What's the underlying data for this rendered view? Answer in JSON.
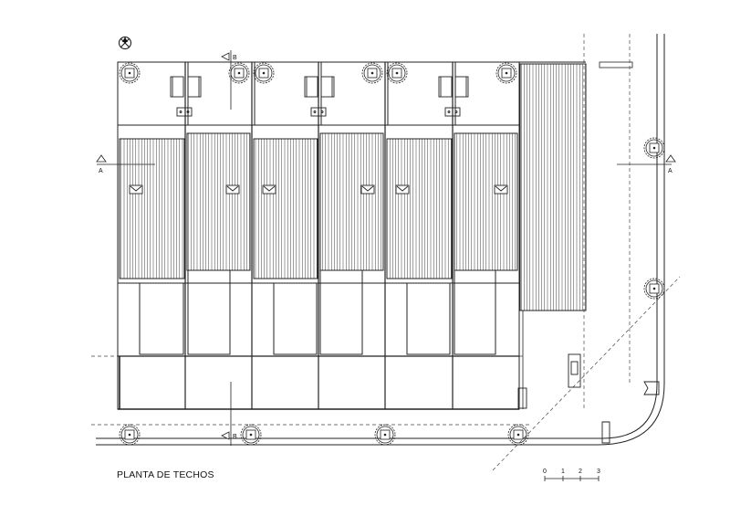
{
  "drawing": {
    "title": "PLANTA DE TECHOS",
    "section_marks": {
      "a_left": "A",
      "a_right": "A",
      "b_top": "B",
      "b_bottom": "B"
    },
    "scale_bar": {
      "labels": [
        "0",
        "1",
        "2",
        "3"
      ]
    }
  }
}
